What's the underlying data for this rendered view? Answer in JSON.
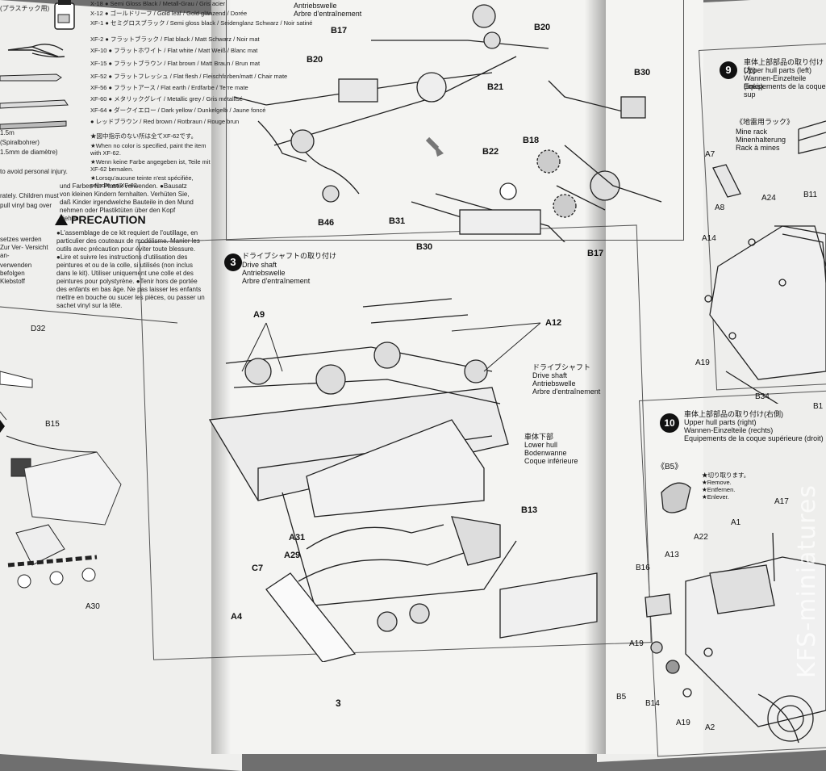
{
  "left_page": {
    "tool_label": "(プラスチック用)",
    "drill_note_1": "1.5m",
    "drill_note_2": "(Spiralbohrer)",
    "drill_note_3": "1.5mm de diamètre)",
    "colors": [
      {
        "code": "X-18",
        "text": "● Semi Gloss Black / Metall-Grau / Gris acier"
      },
      {
        "code": "X-12",
        "text": "● ゴールドリーフ / Gold leaf / Gold glänzend / Dorée"
      },
      {
        "code": "XF-1",
        "text": "● セミグロスブラック / Semi gloss black / Seidenglanz Schwarz / Noir satiné"
      },
      {
        "code": "XF-2",
        "text": "● フラットブラック / Flat black / Matt Schwarz / Noir mat"
      },
      {
        "code": "XF-10",
        "text": "● フラットホワイト / Flat white / Matt Weiß / Blanc mat"
      },
      {
        "code": "XF-15",
        "text": "● フラットブラウン / Flat brown / Matt Braun / Brun mat"
      },
      {
        "code": "XF-52",
        "text": "● フラットフレッシュ / Flat flesh / Fleischfarben/matt / Chair mate"
      },
      {
        "code": "XF-56",
        "text": "● フラットアース / Flat earth / Erdfarbe / Terre mate"
      },
      {
        "code": "XF-60",
        "text": "● メタリックグレイ / Metallic grey / Gris métallisé"
      },
      {
        "code": "XF-64",
        "text": "● ダークイエロー / Dark yellow / Dunkelgelb / Jaune foncé"
      },
      {
        "code": "",
        "text": "● レッドブラウン / Red brown / Rotbraun / Rouge brun"
      }
    ],
    "note_jp": "★図中指示のない所は全てXF-62です。",
    "note_en": "★When no color is specified, paint the item with XF-62.",
    "note_de": "★Wenn keine Farbe angegeben ist, Teile mit XF-62 bemalen.",
    "note_fr": "★Lorsqu'aucune teinte n'est spécifiée, peindre en XF-62.",
    "warn_left_1": "to avoid personal injury.",
    "warn_left_2": "rately. Children must",
    "warn_left_3": "pull vinyl bag over",
    "warn_de": "und Farben für Plastik verwenden. ●Bausatz von kleinen Kindern fernhalten. Verhüten Sie, daß Kinder irgendwelche Bauteile in den Mund nehmen oder Plastiktüten über den Kopf ziehen.",
    "precaution_title": "PRECAUTION",
    "precaution_text": "●L'assemblage de ce kit requiert de l'outillage, en particulier des couteaux de modélisme. Manier les outils avec précaution pour éviter toute blessure. ●Lire et suivre les instructions d'utilisation des peintures et ou de la colle, si utilisés (non inclus dans le kit). Utiliser uniquement une colle et des peintures pour polystyrène. ●Tenir hors de portée des enfants en bas âge. Ne pas laisser les enfants mettre en bouche ou sucer les pièces, ou passer un sachet vinyl sur la tête.",
    "side_de": "setzes werden  Zur Ver- Versicht an-",
    "side_de2": "verwenden befolgen Klebstoff",
    "labels": {
      "d32": "D32",
      "b15": "B15",
      "a30": "A30"
    }
  },
  "middle_page": {
    "step2_title_de": "Antriebswelle",
    "step2_title_fr": "Arbre d'entraînement",
    "step3_number": "3",
    "step3_title_jp": "ドライブシャフトの取り付け",
    "step3_title_en": "Drive shaft",
    "step3_title_de": "Antriebswelle",
    "step3_title_fr": "Arbre d'entraînement",
    "labels_top": {
      "b17": "B17",
      "b20a": "B20",
      "b20b": "B20",
      "b21": "B21",
      "b30a": "B30",
      "b22": "B22",
      "b18": "B18",
      "b46": "B46",
      "b31": "B31",
      "b30b": "B30",
      "b17b": "B17"
    },
    "labels_step3": {
      "a9": "A9",
      "a12": "A12",
      "b13": "B13",
      "a31": "A31",
      "a29": "A29",
      "c7": "C7",
      "a4": "A4"
    },
    "drive_shaft_callout": {
      "jp": "ドライブシャフト",
      "en": "Drive shaft",
      "de": "Antriebswelle",
      "fr": "Arbre d'entraînement"
    },
    "lower_hull_callout": {
      "jp": "車体下部",
      "en": "Lower hull",
      "de": "Bodenwanne",
      "fr": "Coque inférieure"
    },
    "page_number": "3"
  },
  "right_page": {
    "step9_number": "9",
    "step9_title_jp": "車体上部部品の取り付け(左)",
    "step9_title_en": "Upper hull parts (left)",
    "step9_title_de": "Wannen-Einzelteile (links)",
    "step9_title_fr": "Equipements de la coque sup",
    "mine_rack_jp": "《地雷用ラック》",
    "mine_rack_en": "Mine rack",
    "mine_rack_de": "Minenhalterung",
    "mine_rack_fr": "Rack à mines",
    "labels_step9": {
      "a7": "A7",
      "a8": "A8",
      "a24": "A24",
      "b11": "B11",
      "a14": "A14",
      "a19": "A19",
      "b34": "B34",
      "b1": "B1"
    },
    "step10_number": "10",
    "step10_title_jp": "車体上部部品の取り付け(右側)",
    "step10_title_en": "Upper hull parts (right)",
    "step10_title_de": "Wannen-Einzelteile (rechts)",
    "step10_title_fr": "Equipements de la coque supérieure (droit)",
    "b5_label": "《B5》",
    "cut_jp": "★切り取ります。",
    "cut_en": "★Remove.",
    "cut_de": "★Entfernen.",
    "cut_fr": "★Enlever.",
    "labels_step10": {
      "a17": "A17",
      "a1": "A1",
      "a22": "A22",
      "a13": "A13",
      "b16": "B16",
      "a19a": "A19",
      "b5": "B5",
      "b14": "B14",
      "a19b": "A19",
      "a2": "A2"
    }
  },
  "watermark": "KFS-miniatures"
}
